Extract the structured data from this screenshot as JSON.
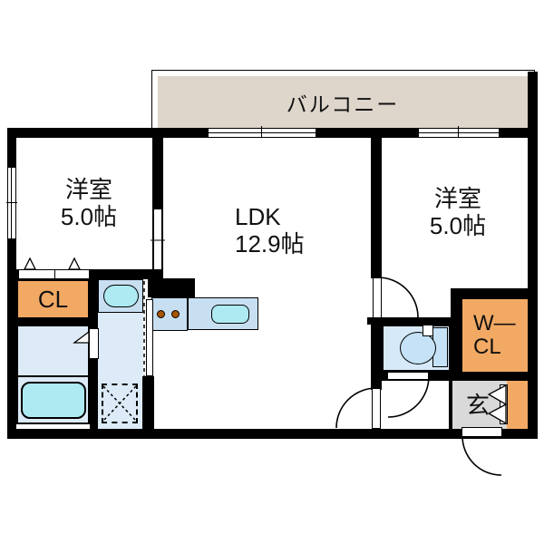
{
  "balcony": {
    "label": "バルコニー"
  },
  "rooms": {
    "left_bedroom": {
      "name": "洋室",
      "area": "5.0帖"
    },
    "ldk": {
      "name": "LDK",
      "area": "12.9帖"
    },
    "right_bedroom": {
      "name": "洋室",
      "area": "5.0帖"
    },
    "closet": {
      "label": "CL"
    },
    "walk_in_closet": {
      "line1": "W―",
      "line2": "CL"
    },
    "entrance": {
      "label": "玄"
    }
  },
  "colors": {
    "wall": "#000000",
    "balcony_floor": "#ded5cb",
    "closet_orange": "#f2a964",
    "room_floor_blue": "#dcebf7",
    "counter_blue": "#c8dff2",
    "water_cyan": "#aeeaf2",
    "toilet_floor_blue": "#d6e9f8",
    "entrance_gray": "#d9d9d9",
    "burner_brown": "#a85400",
    "background": "#ffffff"
  }
}
